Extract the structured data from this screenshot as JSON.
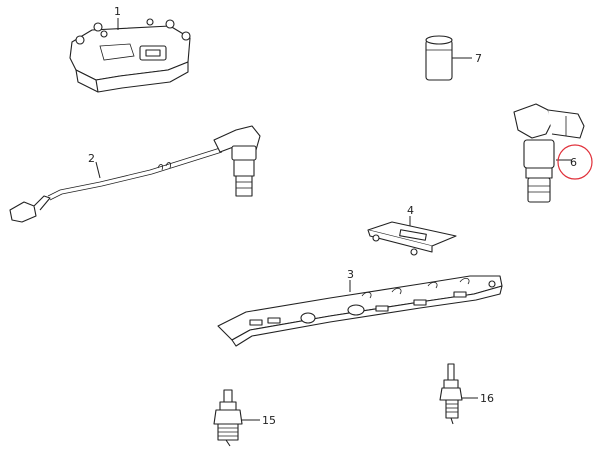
{
  "diagram": {
    "callouts": [
      {
        "id": "c1",
        "label": "1"
      },
      {
        "id": "c2",
        "label": "2"
      },
      {
        "id": "c3",
        "label": "3"
      },
      {
        "id": "c4",
        "label": "4"
      },
      {
        "id": "c6",
        "label": "6"
      },
      {
        "id": "c7",
        "label": "7"
      },
      {
        "id": "c15",
        "label": "15"
      },
      {
        "id": "c16",
        "label": "16"
      }
    ],
    "highlight_color": "#e0303a"
  }
}
